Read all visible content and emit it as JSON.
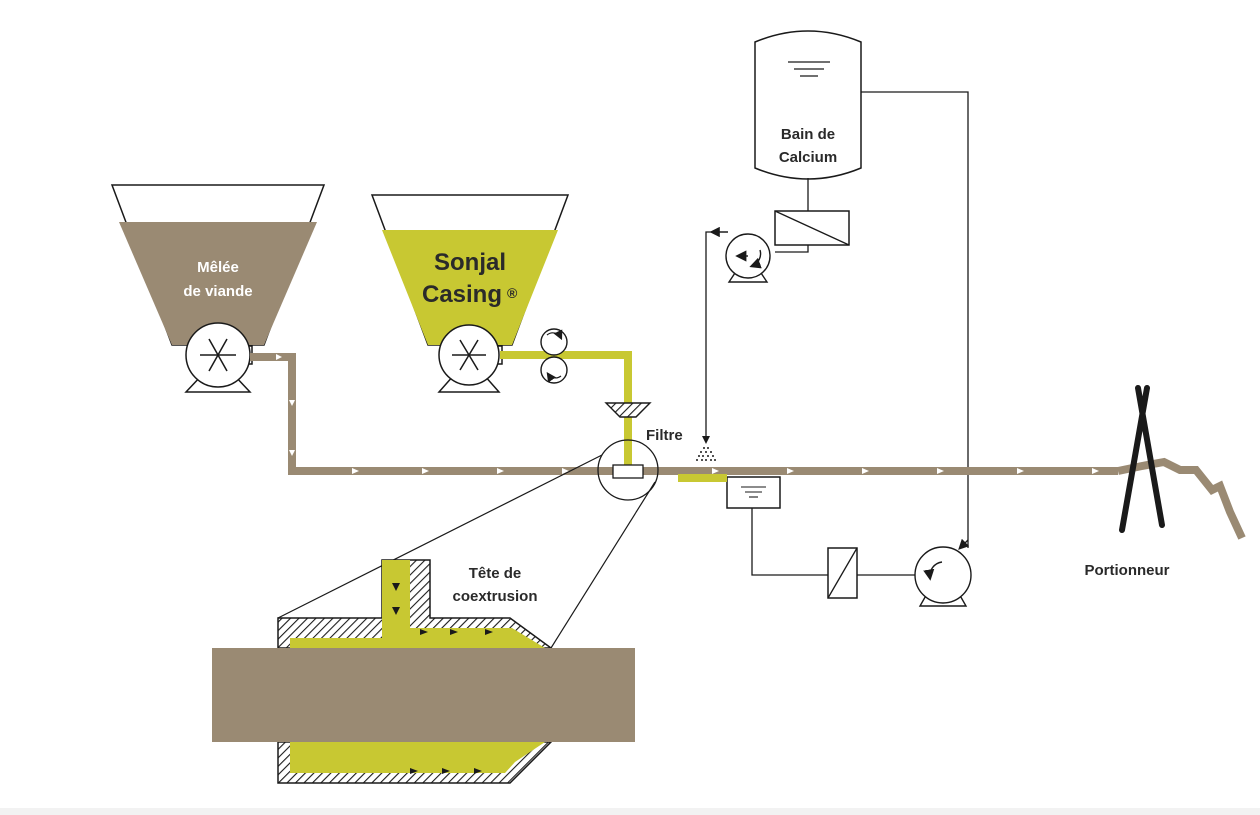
{
  "labels": {
    "meat_line1": "Mêlée",
    "meat_line2": "de viande",
    "sonjal_line1": "Sonjal",
    "sonjal_line2": "Casing",
    "sonjal_mark": "®",
    "calcium_line1": "Bain de",
    "calcium_line2": "Calcium",
    "filter": "Filtre",
    "head_line1": "Tête de",
    "head_line2": "coextrusion",
    "portioner": "Portionneur"
  },
  "colors": {
    "meat": "#9a8a73",
    "casing": "#c8c832",
    "line": "#1a1a1a",
    "background": "#ffffff",
    "label_text": "#2a2a2a"
  },
  "icons": [
    "pump-icon",
    "roller-icon",
    "filter-funnel-icon",
    "spray-nozzle-icon",
    "valve-icon",
    "tank-icon",
    "portioner-icon"
  ]
}
